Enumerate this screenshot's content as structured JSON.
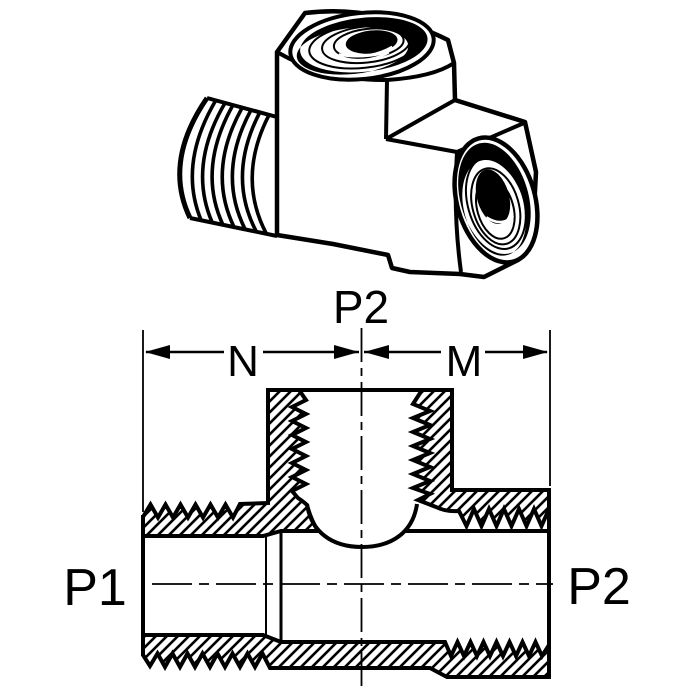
{
  "figure": {
    "kind": "pipe-tee-fitting-technical-drawing",
    "views": {
      "isometric": "threaded tee fitting, 3D view",
      "section": "cross-section with thread hatching"
    },
    "labels": {
      "port_top": "P2",
      "port_left": "P1",
      "port_right": "P2",
      "dim_left": "N",
      "dim_right": "M"
    },
    "colors": {
      "ink": "#000000",
      "background": "#ffffff"
    }
  }
}
